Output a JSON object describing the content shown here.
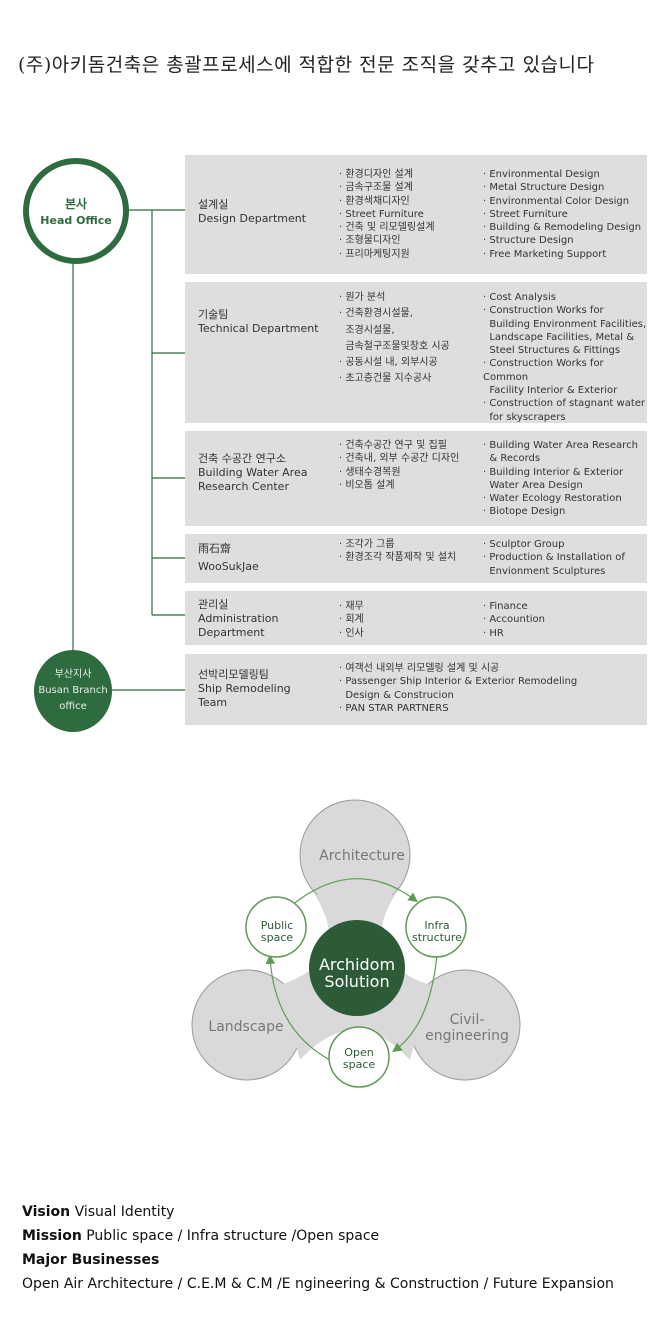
{
  "intro": "(주)아키돔건축은 총괄프로세스에 적합한 전문 조직을 갖추고 있습니다",
  "head_office": {
    "ko": "본사",
    "en": "Head Office"
  },
  "busan_office": {
    "line1": "부산지사",
    "line2": "Busan Branch",
    "line3": "office"
  },
  "departments": [
    {
      "name_ko": "설계실",
      "name_en": "Design Department",
      "ko_items": [
        "· 환경디자인 설계",
        "· 금속구조물 설계",
        "· 환경색채디자인",
        "· Street Furniture",
        "· 건축 및 리모델링설계",
        "· 조형물디자인",
        "· 프리마케팅지원"
      ],
      "en_items": [
        "· Environmental Design",
        "· Metal Structure Design",
        "· Environmental Color Design",
        "· Street Furniture",
        "· Building & Remodeling Design",
        "· Structure Design",
        "· Free Marketing Support"
      ]
    },
    {
      "name_ko": "기술팀",
      "name_en": "Technical Department",
      "ko_items": [
        "· 원가 분석",
        "· 건축환경시설물,",
        "  조경시설물,",
        "  금속철구조물및창호 시공",
        "· 공동시설 내, 외부시공",
        "· 초고층건물 지수공사"
      ],
      "en_items": [
        "· Cost Analysis",
        "· Construction Works for",
        "  Building Environment Facilities,",
        "  Landscape Facilities, Metal &",
        "  Steel Structures & Fittings",
        "· Construction Works for Common",
        "  Facility Interior & Exterior",
        "· Construction of stagnant water",
        "  for skyscrapers"
      ]
    },
    {
      "name_ko": "건축 수공간 연구소",
      "name_en": "Building Water Area Research Center",
      "ko_items": [
        "· 건축수공간 연구 및 집필",
        "· 건축내, 외부 수공간 디자인",
        "· 생태수경복원",
        "· 비오톱 설계"
      ],
      "en_items": [
        "· Building Water Area Research",
        "  & Records",
        "· Building Interior & Exterior",
        "  Water Area Design",
        "· Water Ecology Restoration",
        "· Biotope Design"
      ]
    },
    {
      "name_ko": "雨石齋",
      "name_en": "WooSukJae",
      "ko_items": [
        "· 조각가 그룹",
        "· 환경조각 작품제작 및 설치"
      ],
      "en_items": [
        "· Sculptor Group",
        "· Production & Installation of",
        "  Envionment Sculptures"
      ]
    },
    {
      "name_ko": "관리실",
      "name_en": "Administration Department",
      "ko_items": [
        "· 재무",
        "· 회계",
        "· 인사"
      ],
      "en_items": [
        "· Finance",
        "· Accountion",
        "· HR"
      ]
    },
    {
      "name_ko": "선박리모델링팀",
      "name_en": "Ship Remodeling Team",
      "ko_items": [
        "· 여객선 내외부 리모델링 설계 및 시공",
        "· Passenger Ship Interior & Exterior Remodeling",
        "  Design & Construcion",
        "· PAN STAR PARTNERS"
      ],
      "en_items": []
    }
  ],
  "diagram": {
    "center": [
      "Archidom",
      "Solution"
    ],
    "petals": {
      "top": "Architecture",
      "left": "Landscape",
      "right": [
        "Civil-",
        "engineering"
      ]
    },
    "nodes": {
      "public": [
        "Public",
        "space"
      ],
      "infra": [
        "Infra",
        "structure"
      ],
      "open": [
        "Open",
        "space"
      ]
    },
    "colors": {
      "dark_green": "#2d5a37",
      "petal_fill": "#d9d9d9",
      "petal_stroke": "#9a9a9a",
      "node_stroke": "#5f9a55",
      "arrow": "#5f9a55"
    }
  },
  "footer": {
    "vision_label": "Vision",
    "vision_text": "Visual Identity",
    "mission_label": "Mission",
    "mission_text": "Public space / Infra structure /Open space",
    "major_label": "Major Businesses",
    "major_text": "Open Air Architecture / C.E.M & C.M /E ngineering & Construction / Future Expansion"
  }
}
